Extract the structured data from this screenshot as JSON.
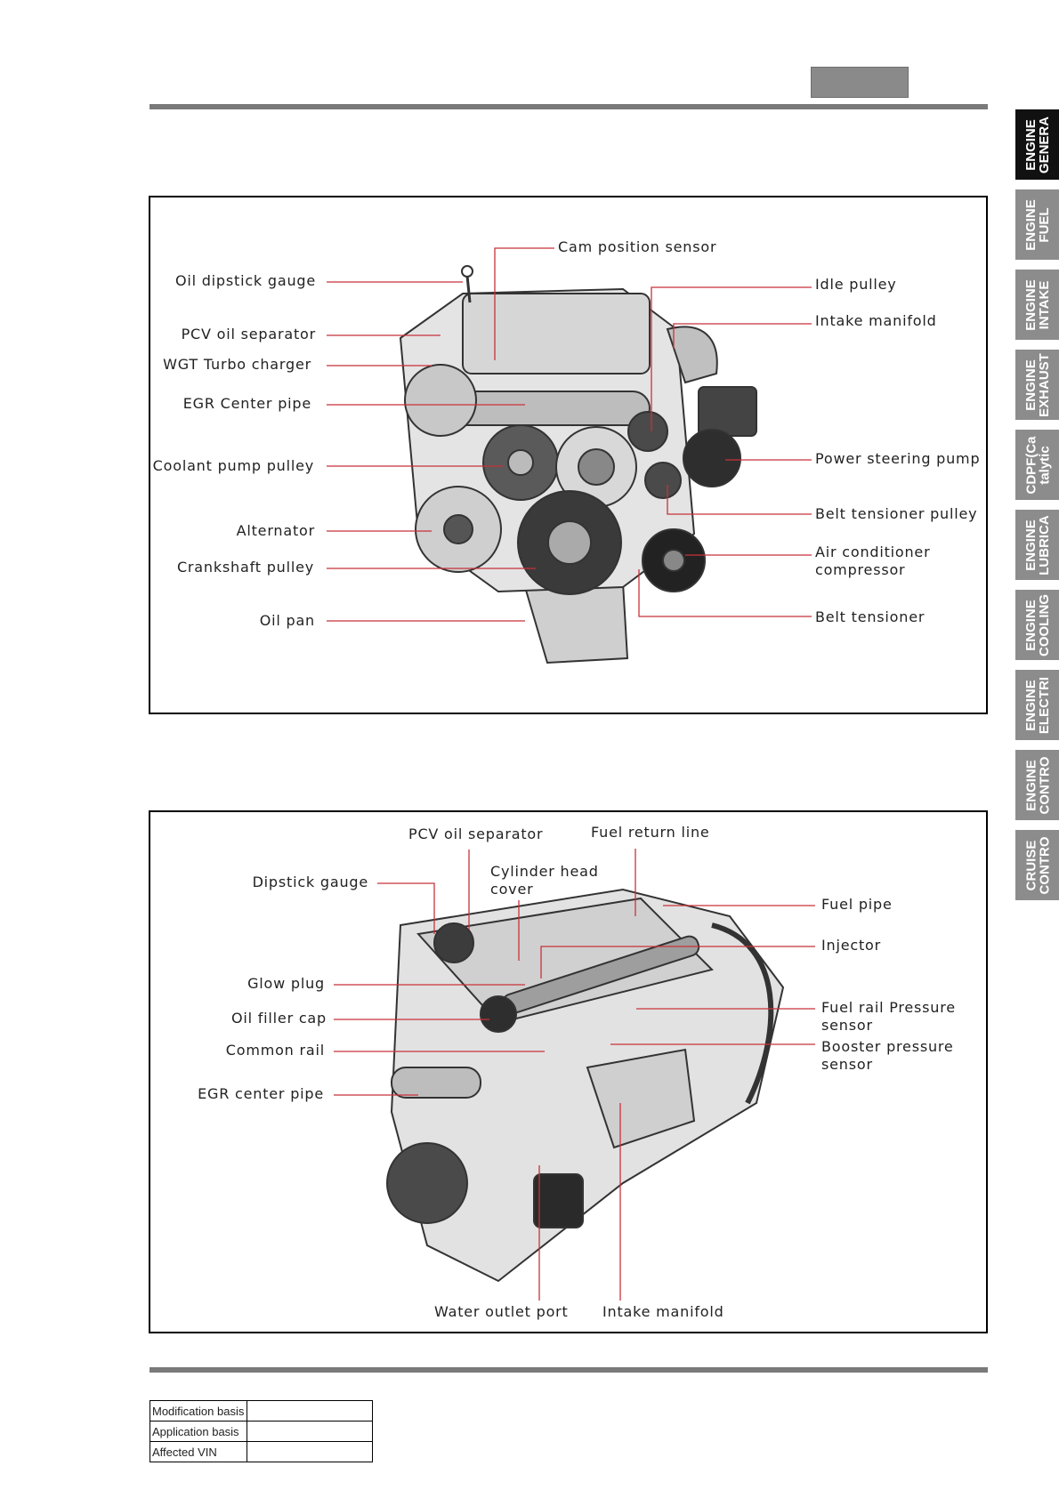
{
  "side_tabs": [
    {
      "label": "ENGINE\nGENERA",
      "active": true
    },
    {
      "label": "ENGINE\nFUEL",
      "active": false
    },
    {
      "label": "ENGINE\nINTAKE",
      "active": false
    },
    {
      "label": "ENGINE\nEXHAUST",
      "active": false
    },
    {
      "label": "CDPF(Ca\ntalytic",
      "active": false
    },
    {
      "label": "ENGINE\nLUBRICA",
      "active": false
    },
    {
      "label": "ENGINE\nCOOLING",
      "active": false
    },
    {
      "label": "ENGINE\nELECTRI",
      "active": false
    },
    {
      "label": "ENGINE\nCONTRO",
      "active": false
    },
    {
      "label": "CRUISE\nCONTRO",
      "active": false
    }
  ],
  "figure1": {
    "labels": {
      "cam_position_sensor": "Cam position sensor",
      "oil_dipstick_gauge": "Oil dipstick gauge",
      "pcv_oil_separator": "PCV oil separator",
      "wgt_turbo_charger": "WGT Turbo charger",
      "egr_center_pipe": "EGR Center pipe",
      "coolant_pump_pulley": "Coolant pump pulley",
      "alternator": "Alternator",
      "crankshaft_pulley": "Crankshaft pulley",
      "oil_pan": "Oil pan",
      "idle_pulley": "Idle pulley",
      "intake_manifold": "Intake manifold",
      "power_steering_pump": "Power steering pump",
      "belt_tensioner_pulley": "Belt tensioner pulley",
      "air_conditioner_compressor": "Air conditioner\ncompressor",
      "belt_tensioner": "Belt tensioner"
    }
  },
  "figure2": {
    "labels": {
      "pcv_oil_separator": "PCV oil separator",
      "fuel_return_line": "Fuel return line",
      "dipstick_gauge": "Dipstick gauge",
      "cylinder_head_cover": "Cylinder head\ncover",
      "fuel_pipe": "Fuel pipe",
      "injector": "Injector",
      "glow_plug": "Glow plug",
      "oil_filler_cap": "Oil filler cap",
      "common_rail": "Common rail",
      "egr_center_pipe": "EGR center pipe",
      "fuel_rail_pressure_sensor": "Fuel rail Pressure\nsensor",
      "booster_pressure_sensor": "Booster pressure\nsensor",
      "water_outlet_port": "Water outlet port",
      "intake_manifold": "Intake manifold"
    }
  },
  "footer_table": {
    "rows": [
      {
        "key": "Modification basis",
        "value": ""
      },
      {
        "key": "Application basis",
        "value": ""
      },
      {
        "key": "Affected VIN",
        "value": ""
      }
    ]
  }
}
